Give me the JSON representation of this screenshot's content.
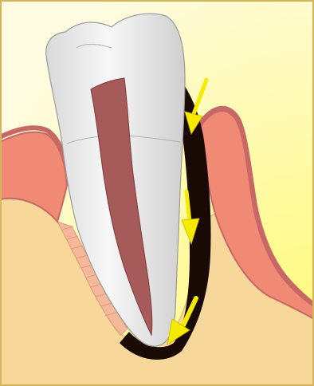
{
  "figure": {
    "background_colors": {
      "top_left": "#fffbe0",
      "bottom_right": "#fffa6e"
    },
    "colors": {
      "frame": "#d6b45a",
      "bone": "#f7d89a",
      "gum": "#f08a74",
      "gum_dark": "#c76866",
      "tooth": "#e6e6e6",
      "pulp": "#a65a5a",
      "pocket": "#1a0a06",
      "arrow": "#f5ea00"
    },
    "parts": [
      "tooth-crown-and-root",
      "root-canal-pulp",
      "periodontal-pocket",
      "alveolar-bone",
      "gingiva",
      "periodontal-ligament"
    ],
    "arrows": [
      "arrow-top",
      "arrow-middle",
      "arrow-bottom"
    ]
  }
}
